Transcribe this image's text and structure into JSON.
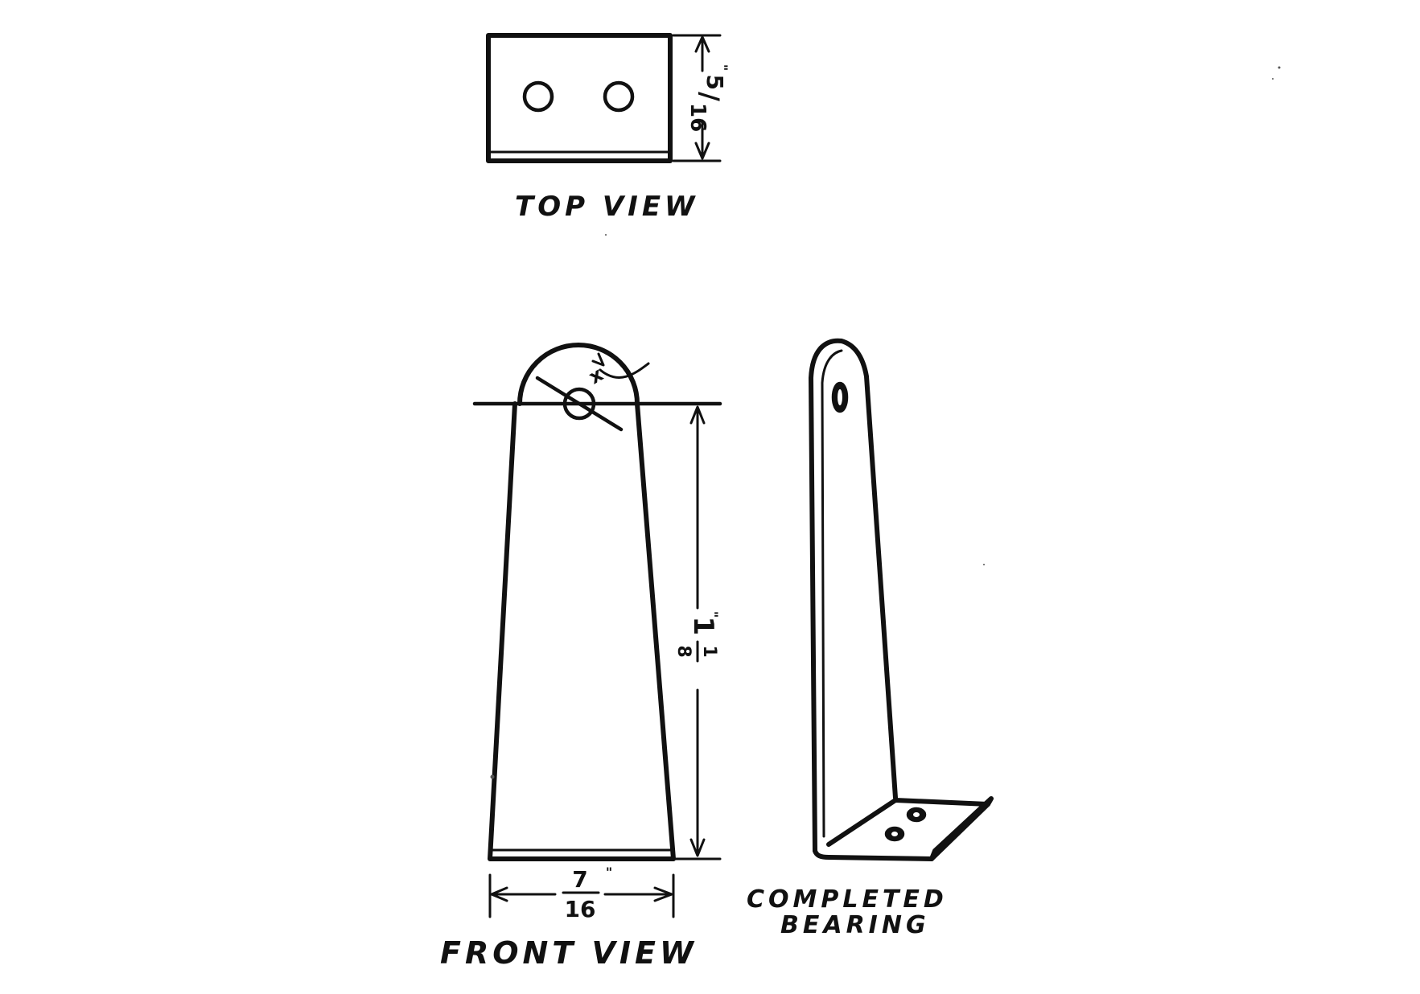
{
  "views": {
    "top_view_label": "TOP VIEW",
    "front_view_label": "FRONT VIEW",
    "completed_bearing_line1": "COMPLETED",
    "completed_bearing_line2": "BEARING"
  },
  "dimensions": {
    "top_depth_num": "5",
    "top_depth_den": "16",
    "height_whole": "1",
    "height_num": "1",
    "height_den": "8",
    "width_num": "7",
    "width_den": "16",
    "inch_mark": "\""
  }
}
